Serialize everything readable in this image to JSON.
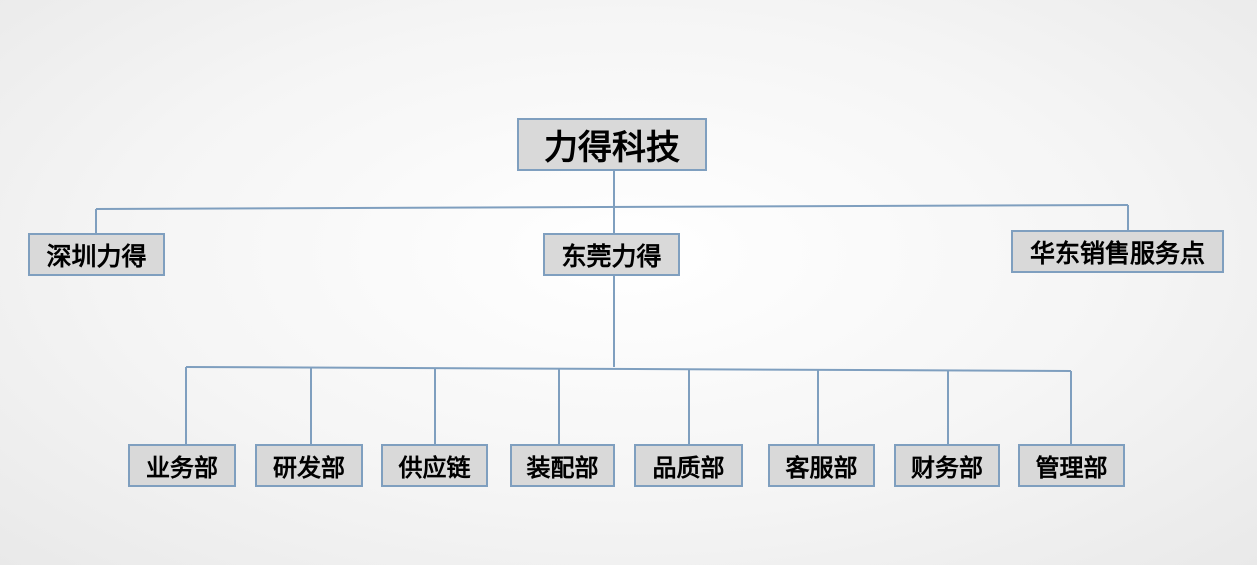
{
  "diagram": {
    "colors": {
      "box_fill": "#d9d9d9",
      "box_border": "#7f9fbf",
      "connector": "#7f9fbf"
    },
    "root": {
      "label": "力得科技"
    },
    "branches": [
      {
        "label": "深圳力得"
      },
      {
        "label": "东莞力得"
      },
      {
        "label": "华东销售服务点"
      }
    ],
    "departments": [
      {
        "label": "业务部"
      },
      {
        "label": "研发部"
      },
      {
        "label": "供应链"
      },
      {
        "label": "装配部"
      },
      {
        "label": "品质部"
      },
      {
        "label": "客服部"
      },
      {
        "label": "财务部"
      },
      {
        "label": "管理部"
      }
    ]
  }
}
